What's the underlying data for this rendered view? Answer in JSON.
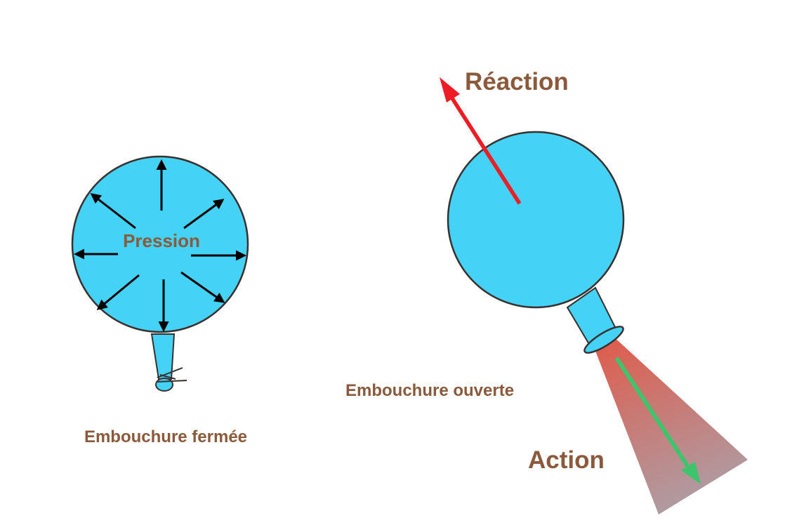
{
  "labels": {
    "pression": "Pression",
    "embouchure_fermee": "Embouchure fermée",
    "reaction": "Réaction",
    "embouchure_ouverte": "Embouchure ouverte",
    "action": "Action"
  },
  "colors": {
    "balloon_fill": "#44D2F6",
    "outline": "#3A3030",
    "label_text": "#8B5A3C",
    "pressure_arrow": "#000000",
    "reaction_arrow": "#EE1C24",
    "action_arrow": "#3EC46D",
    "jet_start": "#E05A4A",
    "jet_end": "#B09AA0"
  }
}
